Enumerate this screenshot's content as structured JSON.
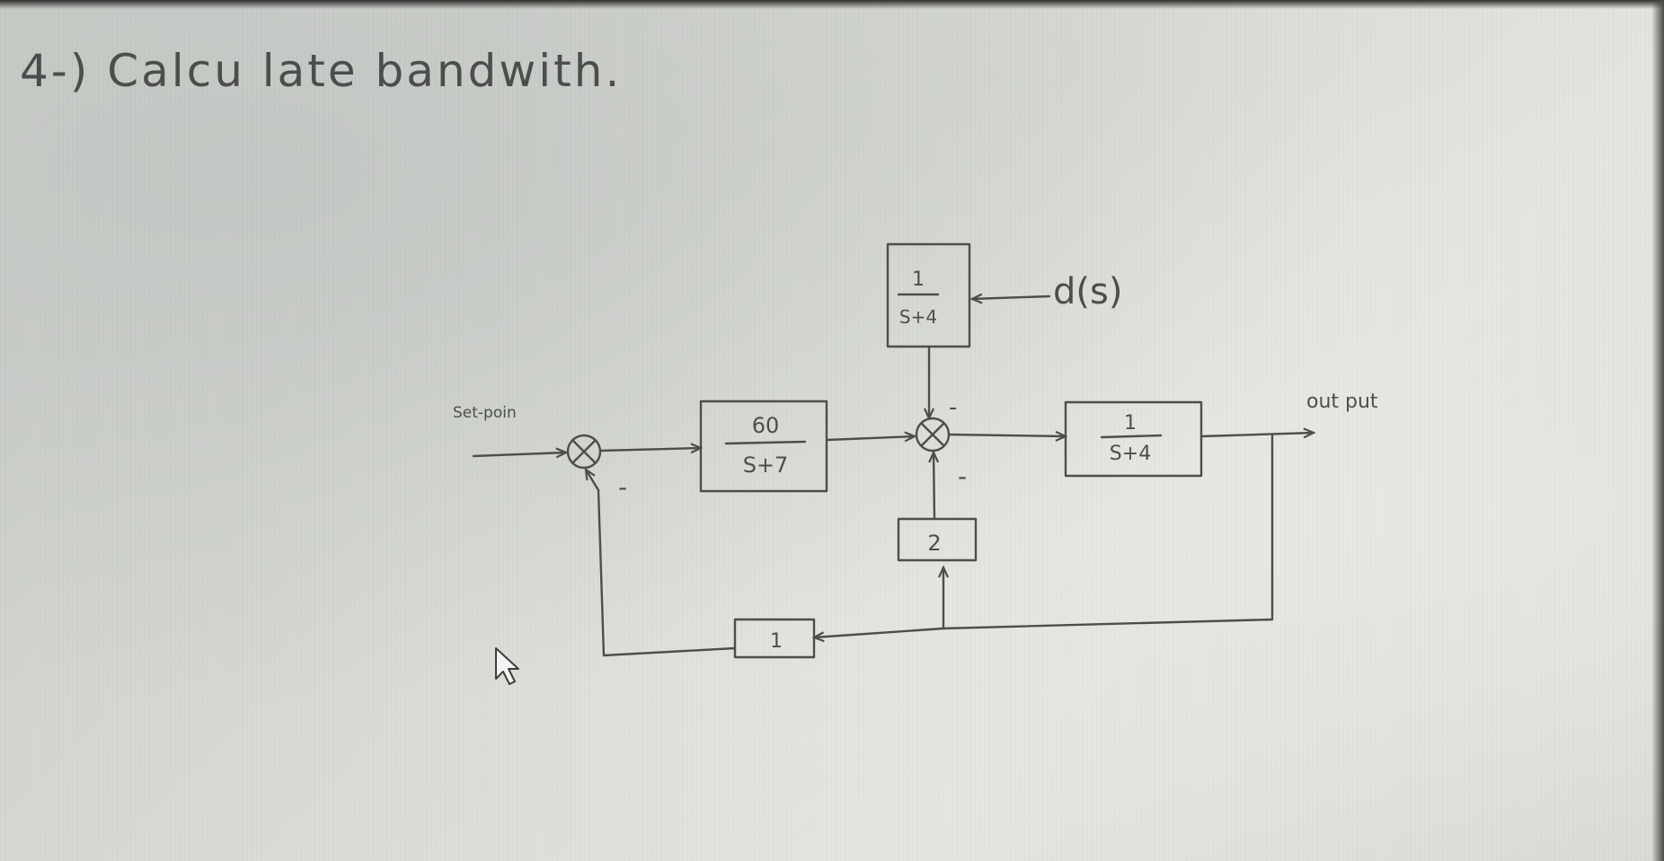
{
  "question": {
    "title": "4-) Calcu late bandwith."
  },
  "diagram": {
    "input_label": "Set-poin",
    "output_label": "out put",
    "disturbance_label": "d(s)",
    "blocks": {
      "controller": {
        "numerator": "60",
        "denominator": "S+7"
      },
      "disturbance": {
        "numerator": "1",
        "denominator": "S+4"
      },
      "plant": {
        "numerator": "1",
        "denominator": "S+4"
      },
      "inner_feedback": {
        "gain": "2"
      },
      "outer_feedback": {
        "gain": "1"
      }
    },
    "signs": {
      "sum1_feedback": "-",
      "sum2_disturbance": "-",
      "sum2_feedback": "-"
    }
  }
}
